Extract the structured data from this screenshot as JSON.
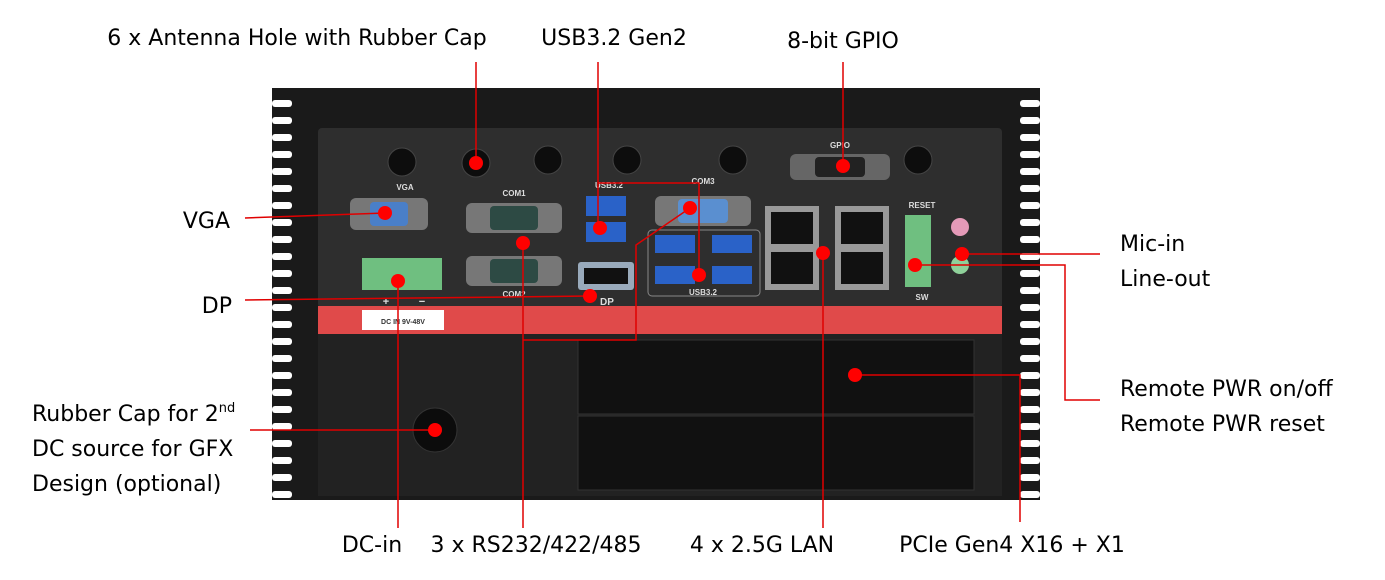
{
  "callouts": {
    "antenna": "6 x Antenna Hole with Rubber Cap",
    "usb": "USB3.2 Gen2",
    "gpio": "8-bit GPIO",
    "vga": "VGA",
    "dp": "DP",
    "rubber_cap_line1": "Rubber Cap for 2",
    "rubber_cap_sup": "nd",
    "rubber_cap_line2": "DC source for GFX",
    "rubber_cap_line3": "Design (optional)",
    "dc_in": "DC-in",
    "rs232": "3 x RS232/422/485",
    "lan": "4 x 2.5G LAN",
    "pcie": "PCIe Gen4 X16 + X1",
    "mic_in": "Mic-in",
    "line_out": "Line-out",
    "remote_pwr_onoff": "Remote PWR on/off",
    "remote_pwr_reset": "Remote PWR reset"
  },
  "panel_silkscreen": {
    "vga": "VGA",
    "com1": "COM1",
    "com2": "COM2",
    "com3": "COM3",
    "usb_a": "USB3.2",
    "usb_b": "USB3.2",
    "dp": "DP",
    "gpio": "GPIO",
    "reset": "RESET",
    "sw": "SW",
    "dc_in": "DC IN 9V-48V",
    "plus": "+",
    "minus": "−"
  },
  "colors": {
    "callout": "#ff0000",
    "stripe": "#e04a4a",
    "body": "#1e1e1e"
  }
}
